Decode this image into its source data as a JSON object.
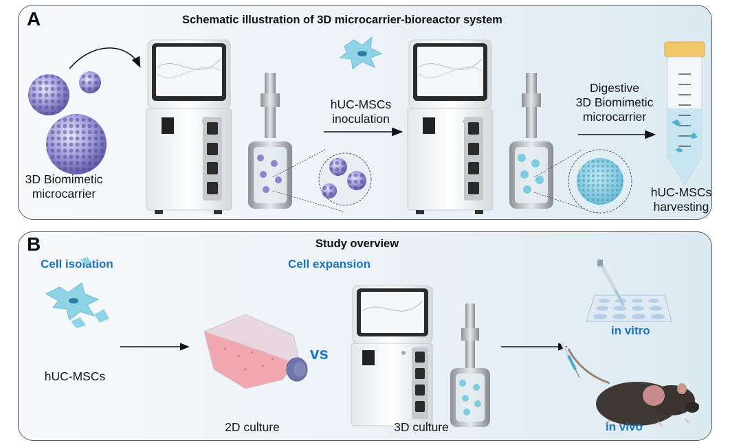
{
  "figure": {
    "panel_a": {
      "letter": "A",
      "title": "Schematic illustration of 3D microcarrier-bioreactor system",
      "microcarrier_label_line1": "3D Biomimetic",
      "microcarrier_label_line2": "microcarrier",
      "inoculation_label_line1": "hUC-MSCs",
      "inoculation_label_line2": "inoculation",
      "digestive_label_line1": "Digestive",
      "digestive_label_line2": "3D Biomimetic",
      "digestive_label_line3": "microcarrier",
      "harvest_label_line1": "hUC-MSCs",
      "harvest_label_line2": "harvesting"
    },
    "panel_b": {
      "letter": "B",
      "title": "Study overview",
      "cell_isolation": "Cell isolation",
      "cell_expansion": "Cell expansion",
      "cells_label": "hUC-MSCs",
      "vs_label": "vs",
      "culture_2d": "2D culture",
      "culture_3d": "3D culture",
      "in_vitro": "in vitro",
      "in_vivo": "in vivo"
    },
    "colors": {
      "accent_blue": "#1a73bf",
      "microcarrier_purple": "#8a86cc",
      "cell_cyan": "#7fcbe0",
      "flask_pink": "#f2a6b0",
      "tube_cap": "#f0c86a"
    }
  }
}
